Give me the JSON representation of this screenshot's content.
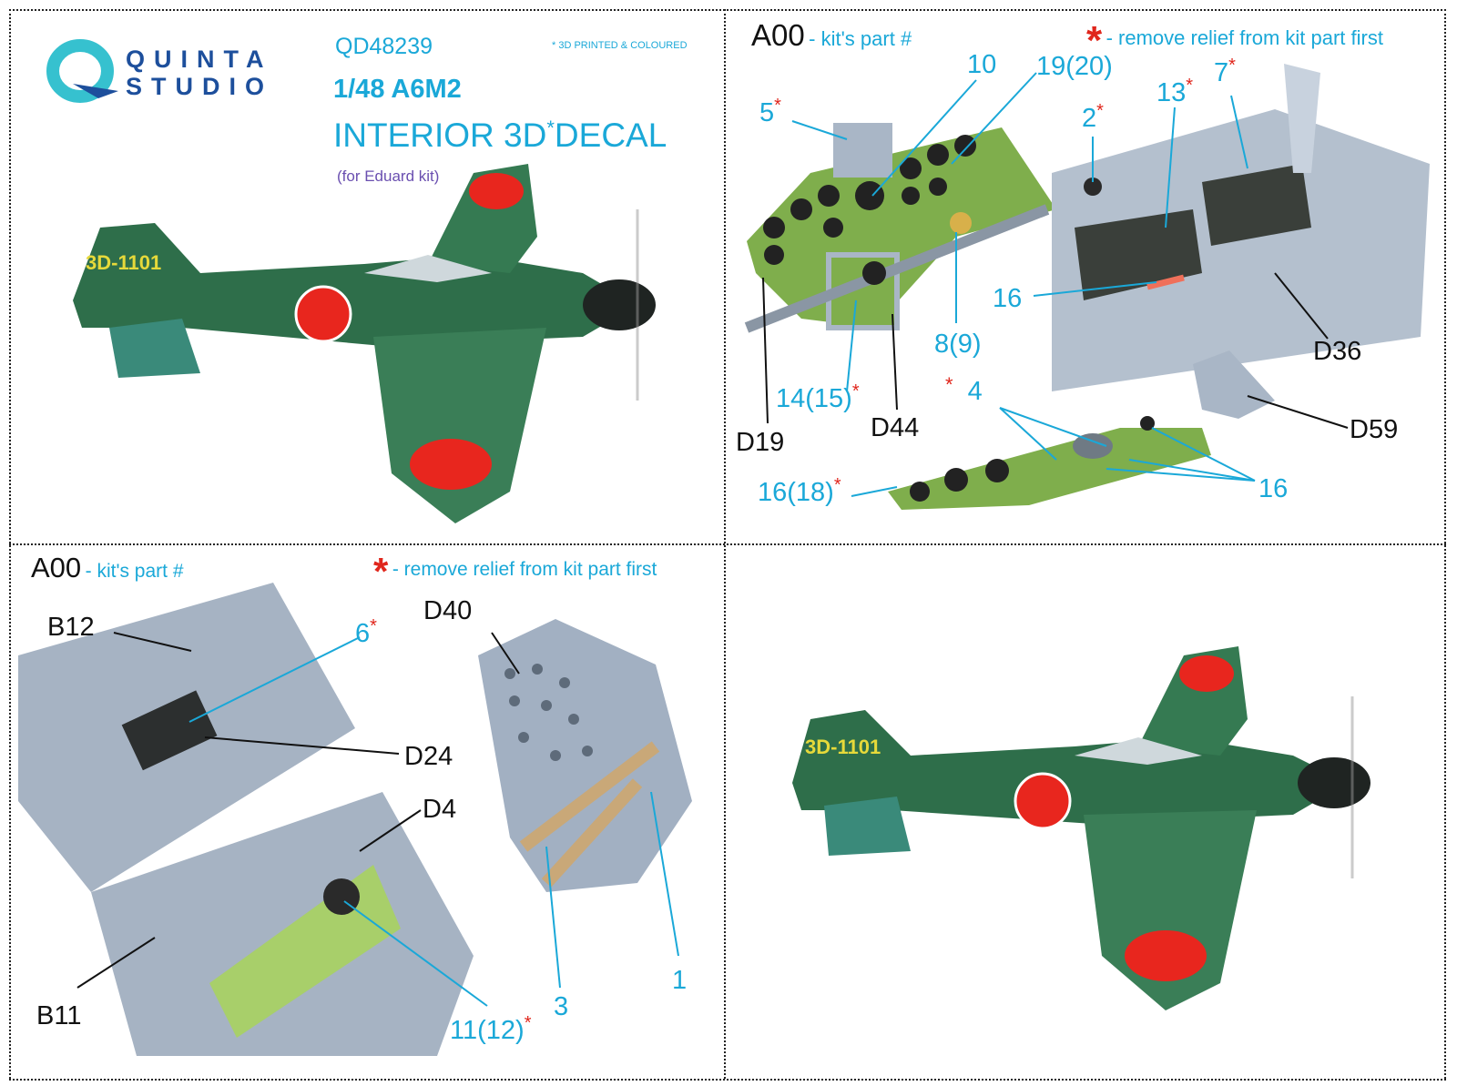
{
  "header": {
    "brand_line1": "QUINTA",
    "brand_line2": "STUDIO",
    "product_code": "QD48239",
    "printed_note": "3D PRINTED & COLOURED",
    "scale_model": "1/48 A6M2",
    "title_pre": "INTERIOR 3D",
    "title_post": "DECAL",
    "kit_note": "(for Eduard kit)",
    "aircraft_code": "3D-1101"
  },
  "legend": {
    "part_code": "A00",
    "part_desc": "- kit's part #",
    "star": "*",
    "relief_desc": "- remove relief from kit part first"
  },
  "top_right_labels": {
    "l5": "5",
    "l10": "10",
    "l19": "19(20)",
    "l13": "13",
    "l7": "7",
    "l2": "2",
    "l16a": "16",
    "d36": "D36",
    "d19": "D19",
    "l14": "14(15)",
    "d44": "D44",
    "l89": "8(9)",
    "l4": "4",
    "d59": "D59",
    "l1618": "16(18)",
    "l16b": "16"
  },
  "bottom_left_labels": {
    "b12": "B12",
    "l6": "6",
    "d40": "D40",
    "d24": "D24",
    "d4": "D4",
    "b11": "B11",
    "l1112": "11(12)",
    "l3": "3",
    "l1": "1"
  },
  "colors": {
    "accent_blue": "#1aa8d8",
    "star_red": "#e0261c",
    "brand_blue": "#1d4f9c",
    "plane_green": "#2e6e4a",
    "hinomaru_red": "#e8261e",
    "kit_grey": "#a9b6c6",
    "panel_green": "#8fbf5a"
  }
}
